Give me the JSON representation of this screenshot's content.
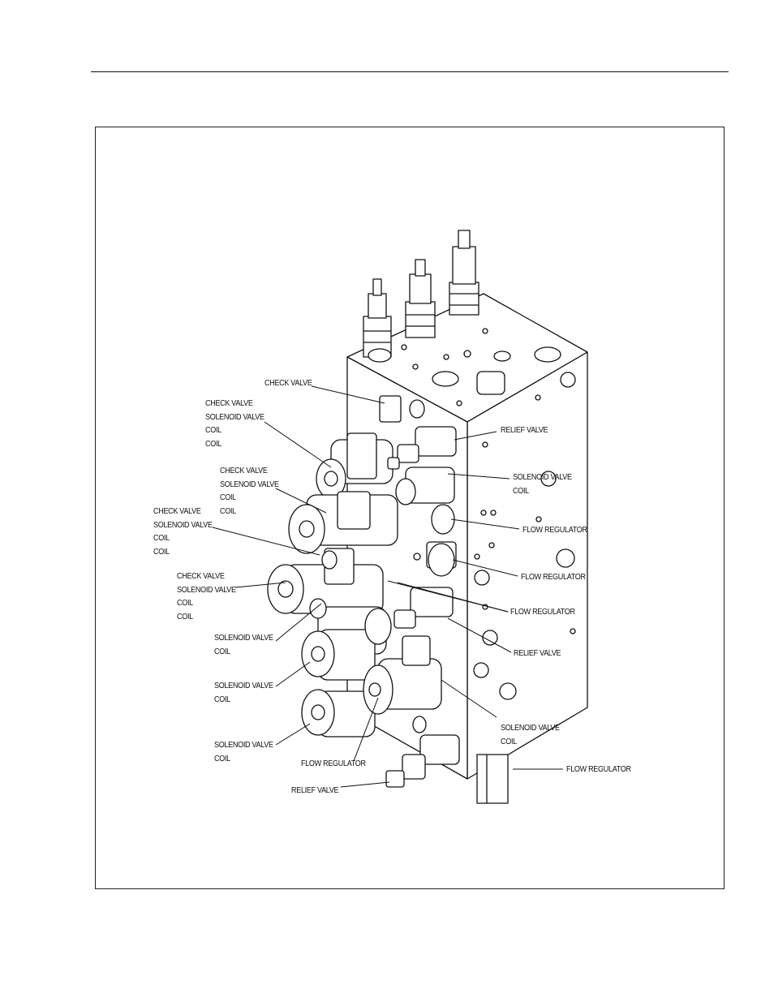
{
  "callouts": {
    "check_valve_top": [
      "CHECK VALVE"
    ],
    "group_1": [
      "CHECK VALVE",
      "SOLENOID VALVE",
      "COIL",
      "COIL"
    ],
    "group_2": [
      "CHECK VALVE",
      "SOLENOID VALVE",
      "COIL",
      "COIL"
    ],
    "group_3": [
      "CHECK VALVE",
      "SOLENOID VALVE",
      "COIL",
      "COIL"
    ],
    "group_4": [
      "CHECK VALVE",
      "SOLENOID VALVE",
      "COIL",
      "COIL"
    ],
    "solenoid_coil_1": [
      "SOLENOID VALVE",
      "COIL"
    ],
    "solenoid_coil_2": [
      "SOLENOID VALVE",
      "COIL"
    ],
    "solenoid_coil_3": [
      "SOLENOID VALVE",
      "COIL"
    ],
    "flow_regulator_bottom_left": [
      "FLOW REGULATOR"
    ],
    "relief_valve_bottom": [
      "RELIEF VALVE"
    ],
    "relief_valve_top_right": [
      "RELIEF VALVE"
    ],
    "solenoid_coil_right_1": [
      "SOLENOID VALVE",
      "COIL"
    ],
    "flow_regulator_right_1": [
      "FLOW REGULATOR"
    ],
    "flow_regulator_right_2": [
      "FLOW REGULATOR"
    ],
    "flow_regulator_right_3": [
      "FLOW REGULATOR"
    ],
    "relief_valve_right_2": [
      "RELIEF VALVE"
    ],
    "solenoid_coil_right_2": [
      "SOLENOID VALVE",
      "COIL"
    ],
    "flow_regulator_far_right": [
      "FLOW REGULATOR"
    ]
  }
}
